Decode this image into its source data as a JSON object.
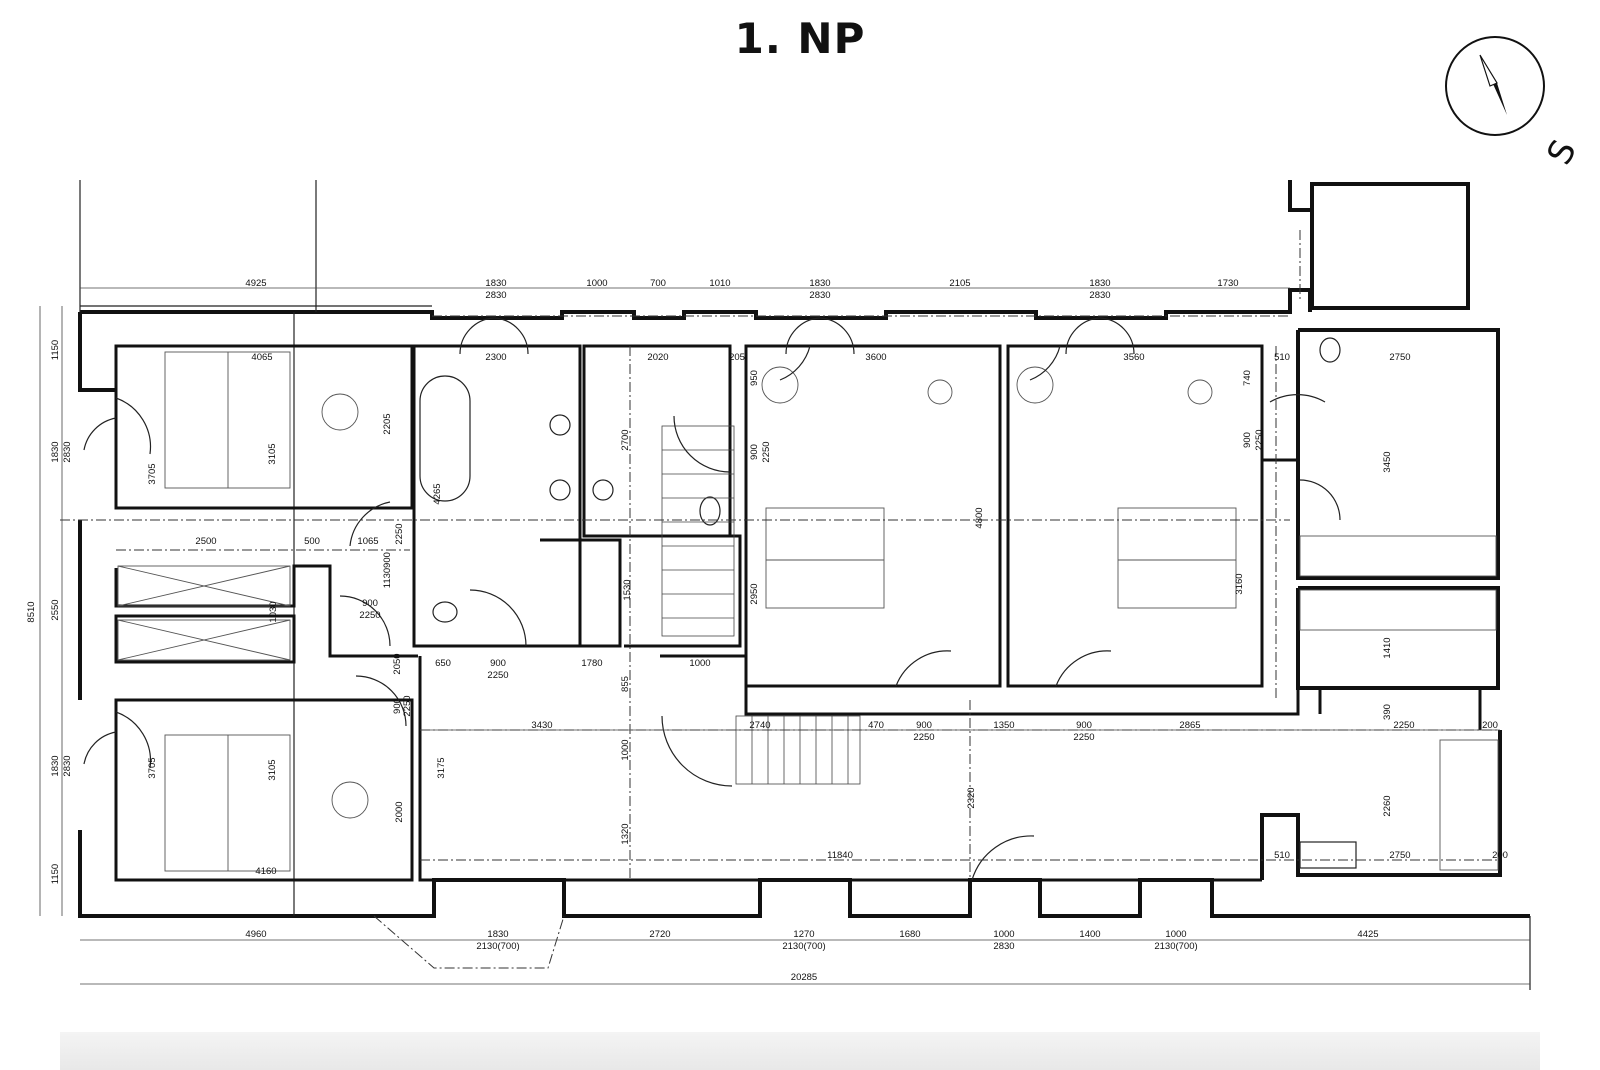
{
  "title": "1. NP",
  "compass": {
    "label": "S",
    "icon": "north-arrow-icon"
  },
  "dims": {
    "top": [
      "4925",
      "1830",
      "2830",
      "1000",
      "700",
      "1010",
      "1830",
      "2830",
      "2105",
      "1830",
      "2830",
      "1730"
    ],
    "left_outer": "8510",
    "left_inner": [
      "1150",
      "1830",
      "2830",
      "2550",
      "1830",
      "2830",
      "1150"
    ],
    "bottom_row1": [
      "4960",
      "1830",
      "2130(700)",
      "2720",
      "1270",
      "2130(700)",
      "1680",
      "1000",
      "2830",
      "1400",
      "1000",
      "2130(700)",
      "4425"
    ],
    "bottom_total": "20285",
    "room1": [
      "4065",
      "3705",
      "3105",
      "2205"
    ],
    "bath": [
      "2300",
      "4265"
    ],
    "wc": [
      "2020",
      "2700",
      "205",
      "950"
    ],
    "bed3": [
      "3600",
      "900",
      "2250",
      "4800",
      "2950"
    ],
    "bed4": [
      "3560",
      "900",
      "2250",
      "3160",
      "740"
    ],
    "right": [
      "510",
      "2750",
      "3450",
      "1410",
      "390",
      "2250",
      "2260",
      "200"
    ],
    "middle": [
      "2500",
      "500",
      "1065",
      "2250",
      "1130",
      "900",
      "900",
      "2250",
      "1030",
      "1530",
      "650",
      "900",
      "2250",
      "1780",
      "1000",
      "855"
    ],
    "hall": [
      "3430",
      "2740",
      "470",
      "900",
      "2250",
      "1350",
      "900",
      "2250",
      "2865",
      "1000",
      "1320",
      "3175",
      "900",
      "2250",
      "2050",
      "11840",
      "2320",
      "510",
      "2750",
      "200"
    ],
    "room5": [
      "3705",
      "3105",
      "2000",
      "4160"
    ]
  },
  "colors": {
    "ink": "#111111",
    "background": "#ffffff"
  }
}
